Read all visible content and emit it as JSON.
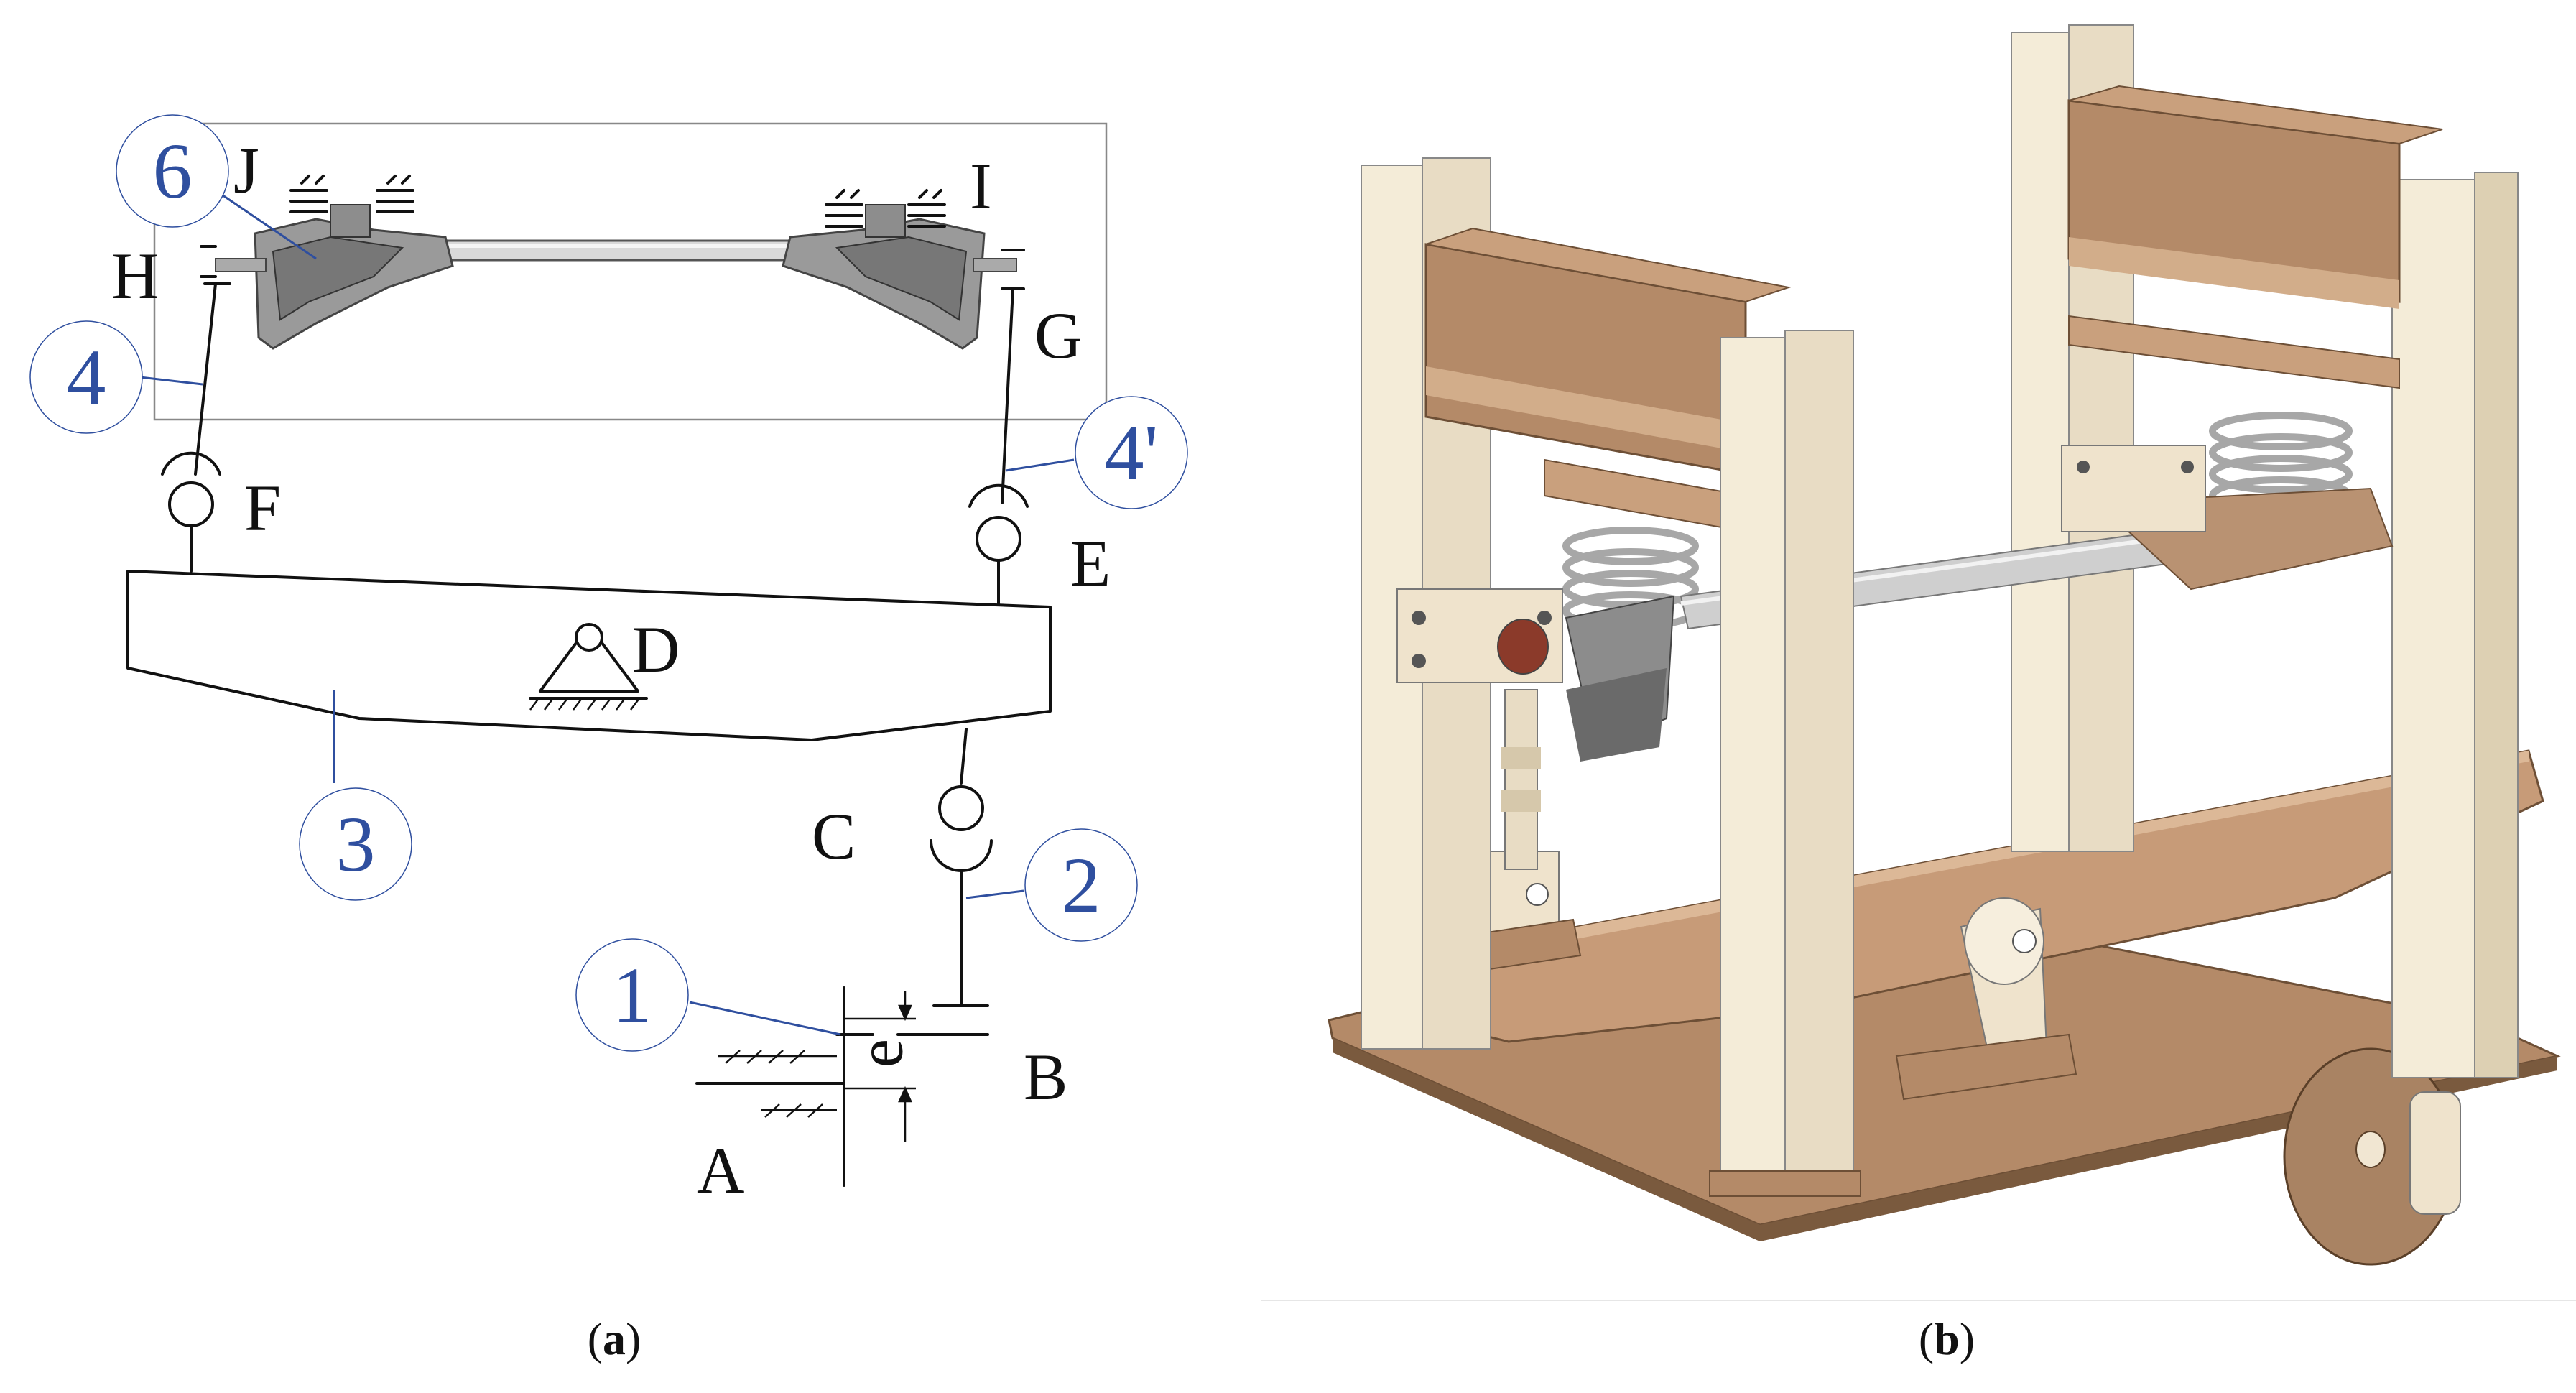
{
  "panel_a": {
    "points": {
      "A": "A",
      "B": "B",
      "C": "C",
      "D": "D",
      "E": "E",
      "F": "F",
      "G": "G",
      "H": "H",
      "I": "I",
      "J": "J"
    },
    "eccentricity": "e",
    "parts": {
      "p1": "1",
      "p2": "2",
      "p3": "3",
      "p4": "4",
      "p4b": "4'",
      "p6": "6"
    },
    "caption": {
      "open": "(",
      "letter": "a",
      "close": ")"
    }
  },
  "panel_b": {
    "caption": {
      "open": "(",
      "letter": "b",
      "close": ")"
    }
  },
  "colors": {
    "part_number_blue": "#2f4f9f",
    "frame_wood": "#b48a68",
    "frame_wood_dark": "#7a5a3e",
    "column_cream": "#f4ecd8",
    "axle_gray": "#8b8b8b",
    "spring_silver": "#d9d9d9"
  }
}
